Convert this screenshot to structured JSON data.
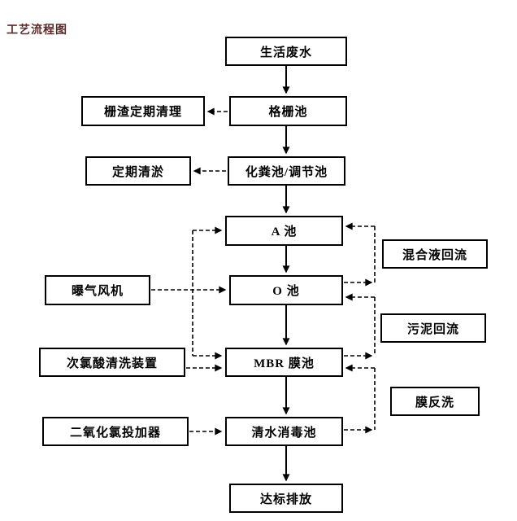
{
  "title": {
    "text": "工艺流程图",
    "color": "#5b2b2b"
  },
  "nodes": {
    "main": [
      {
        "label": "生活废水"
      },
      {
        "label": "格栅池"
      },
      {
        "label": "化粪池/调节池"
      },
      {
        "label": "A 池"
      },
      {
        "label": "O 池"
      },
      {
        "label": "MBR 膜池"
      },
      {
        "label": "清水消毒池"
      },
      {
        "label": "达标排放"
      }
    ],
    "left": [
      {
        "label": "栅渣定期清理"
      },
      {
        "label": "定期清淤"
      },
      {
        "label": "曝气风机"
      },
      {
        "label": "次氯酸清洗装置"
      },
      {
        "label": "二氧化氯投加器"
      }
    ],
    "right": [
      {
        "label": "混合液回流"
      },
      {
        "label": "污泥回流"
      },
      {
        "label": "膜反洗"
      }
    ]
  },
  "edges": [
    {
      "from": "生活废水",
      "to": "格栅池",
      "style": "solid"
    },
    {
      "from": "格栅池",
      "to": "化粪池/调节池",
      "style": "solid"
    },
    {
      "from": "化粪池/调节池",
      "to": "A 池",
      "style": "solid"
    },
    {
      "from": "A 池",
      "to": "O 池",
      "style": "solid"
    },
    {
      "from": "O 池",
      "to": "MBR 膜池",
      "style": "solid"
    },
    {
      "from": "MBR 膜池",
      "to": "清水消毒池",
      "style": "solid"
    },
    {
      "from": "清水消毒池",
      "to": "达标排放",
      "style": "solid"
    },
    {
      "from": "格栅池",
      "to": "栅渣定期清理",
      "style": "dashed"
    },
    {
      "from": "化粪池/调节池",
      "to": "定期清淤",
      "style": "dashed"
    },
    {
      "from": "曝气风机",
      "to": "A 池",
      "style": "dashed"
    },
    {
      "from": "曝气风机",
      "to": "O 池",
      "style": "dashed"
    },
    {
      "from": "曝气风机",
      "to": "MBR 膜池",
      "style": "dashed"
    },
    {
      "from": "次氯酸清洗装置",
      "to": "MBR 膜池",
      "style": "dashed"
    },
    {
      "from": "二氧化氯投加器",
      "to": "清水消毒池",
      "style": "dashed"
    },
    {
      "from": "O 池",
      "to": "A 池",
      "label": "混合液回流",
      "style": "dashed"
    },
    {
      "from": "MBR 膜池",
      "to": "O 池",
      "label": "污泥回流",
      "style": "dashed"
    },
    {
      "from": "清水消毒池",
      "to": "MBR 膜池",
      "label": "膜反洗",
      "style": "dashed"
    }
  ]
}
